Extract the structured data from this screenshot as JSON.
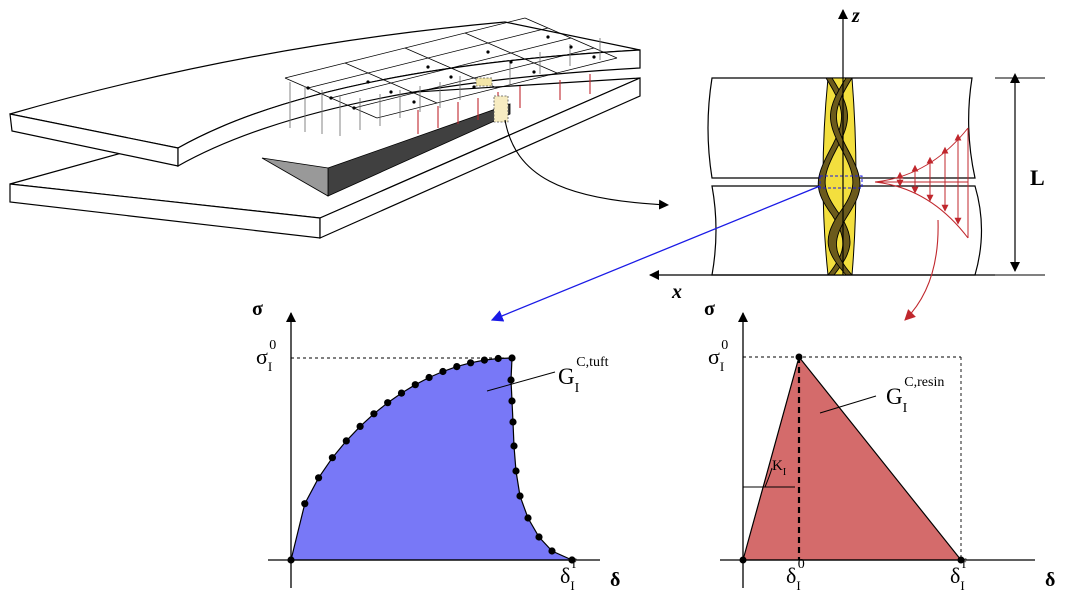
{
  "top_right": {
    "axis_z": "z",
    "axis_x": "x",
    "length_label": "L"
  },
  "cohesive_left": {
    "sigma_axis": "σ",
    "delta_axis": "δ",
    "sigma0": {
      "base": "σ",
      "sub": "I",
      "sup": "0"
    },
    "delta_f": {
      "base": "δ",
      "sub": "I",
      "sup": "f"
    },
    "energy": {
      "base": "G",
      "sub": "I",
      "sup": "C,tuft"
    },
    "fill": "#7878f7"
  },
  "cohesive_right": {
    "sigma_axis": "σ",
    "delta_axis": "δ",
    "sigma0": {
      "base": "σ",
      "sub": "I",
      "sup": "0"
    },
    "delta0": {
      "base": "δ",
      "sub": "I",
      "sup": "0"
    },
    "delta_f": {
      "base": "δ",
      "sub": "I",
      "sup": "f"
    },
    "stiffness": {
      "base": "K",
      "sub": "I"
    },
    "energy": {
      "base": "G",
      "sub": "I",
      "sup": "C,resin"
    },
    "fill": "#d46b6b"
  },
  "colors": {
    "tuft": "#6b5a1c",
    "resin": "#f3df3e",
    "traction_arrows": "#c0272d",
    "blue_arrow": "#1a1ae6",
    "dark_wedge": "#404040",
    "light_wedge": "#999999"
  }
}
